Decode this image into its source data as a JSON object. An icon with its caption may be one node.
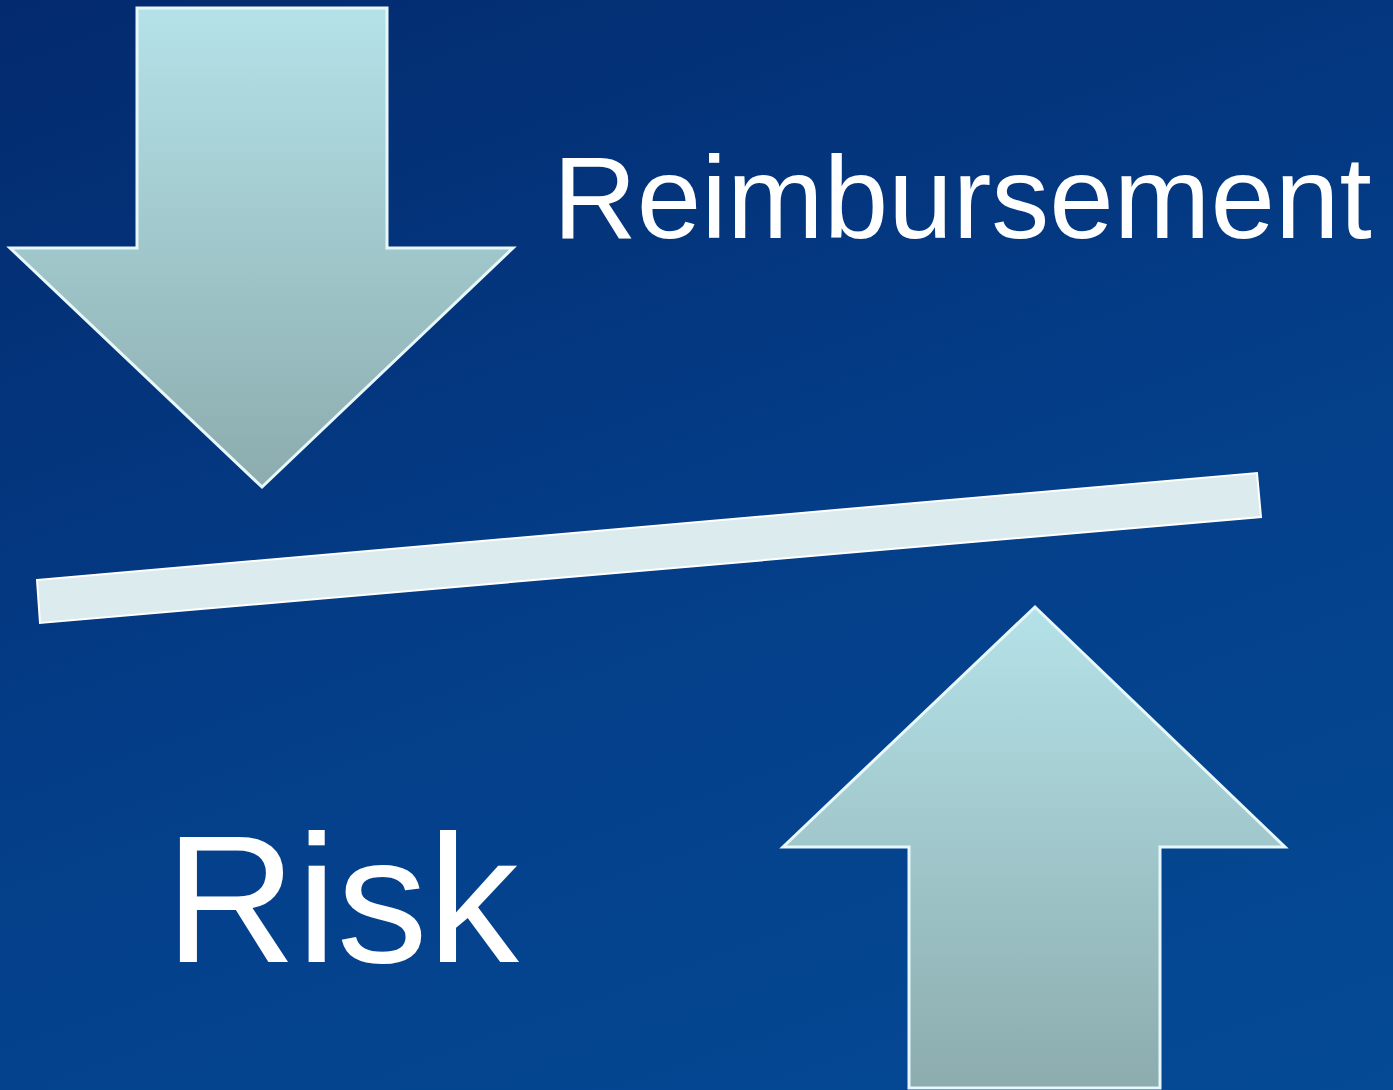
{
  "diagram": {
    "nodes": [
      {
        "text": [],
        "shape": "bar"
      }
    ],
    "labels": [
      "Reimbursement",
      "Risk"
    ]
  }
}
